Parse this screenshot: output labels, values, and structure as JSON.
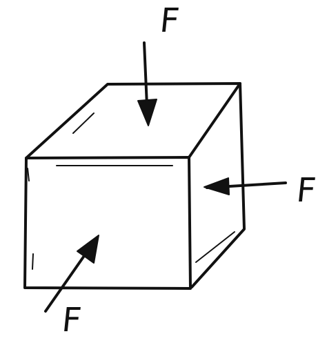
{
  "diagram": {
    "forces": {
      "top": {
        "label": "F"
      },
      "right": {
        "label": "F"
      },
      "front": {
        "label": "F"
      }
    },
    "colors": {
      "ink": "#111111",
      "background": "#ffffff"
    }
  }
}
